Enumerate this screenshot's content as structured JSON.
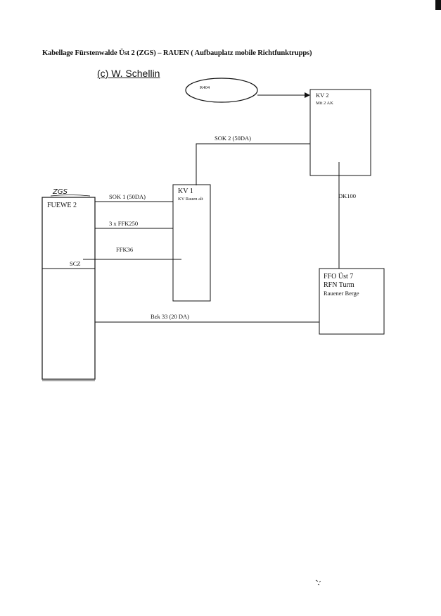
{
  "title": "Kabellage  Fürstenwalde Üst 2 (ZGS) – RAUEN ( Aufbauplatz mobile Richtfunktrupps)",
  "copyright": "(c) W. Schellin",
  "nodes": {
    "r404": {
      "label": "R404"
    },
    "kv2": {
      "label": "KV 2",
      "sublabel": "Mit 2 AK"
    },
    "kv1": {
      "label": "KV 1",
      "sublabel": "KV Rauen alt"
    },
    "fuewe2": {
      "handwritten": "ZGS",
      "label": "FUEWE 2",
      "port": "SCZ"
    },
    "ffo": {
      "line1": "FFO Üst 7",
      "line2": "RFN Turm",
      "line3": "Rauener Berge"
    }
  },
  "cables": {
    "sok2": "SOK 2 (50DA)",
    "sok1": "SOK 1 (50DA)",
    "ffk250": "3 x FFK250",
    "ffk36": "FFK36",
    "dk100": "DK100",
    "bzk33": "Bzk 33 (20 DA)"
  }
}
